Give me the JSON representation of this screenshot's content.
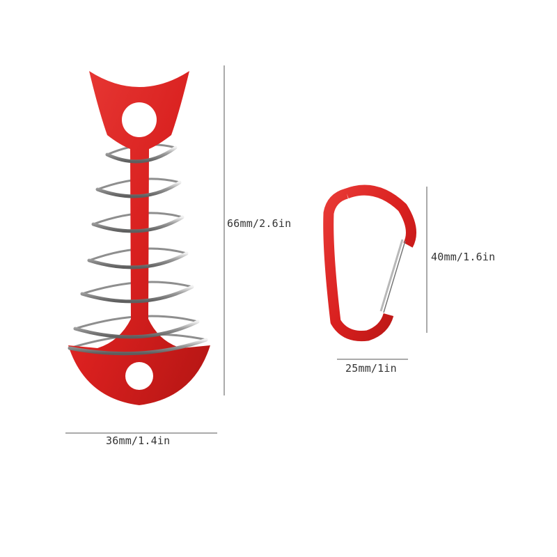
{
  "image": {
    "subject": "tent peg with spring and carabiner",
    "colors": {
      "product_red": "#d9201f",
      "product_red_dark": "#b31513",
      "spring_steel": "#a9a9a9",
      "dimension_line": "#555555",
      "background": "#ffffff"
    }
  },
  "dimensions": {
    "peg_height": "66mm/2.6in",
    "peg_width": "36mm/1.4in",
    "carabiner_height": "40mm/1.6in",
    "carabiner_width": "25mm/1in"
  }
}
